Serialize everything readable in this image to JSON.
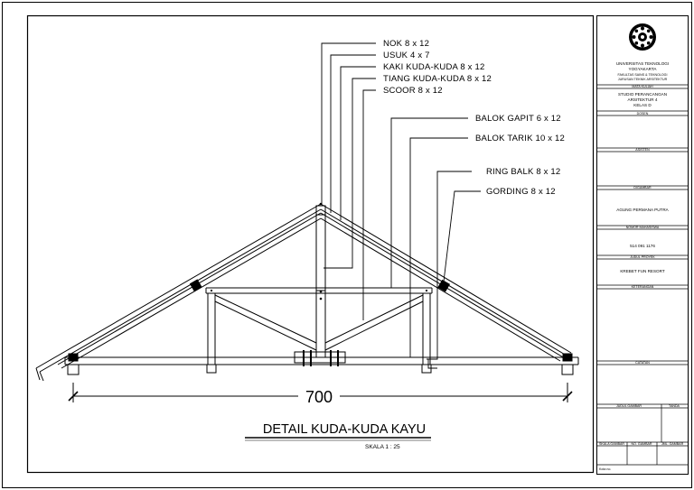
{
  "drawing": {
    "title": "DETAIL KUDA-KUDA KAYU",
    "scale": "SKALA 1 : 25",
    "dimension": "700",
    "labels": {
      "nok": "NOK 8 x 12",
      "usuk": "USUK 4 x 7",
      "kaki": "KAKI KUDA-KUDA 8 x 12",
      "tiang": "TIANG KUDA-KUDA 8 x 12",
      "scoor": "SCOOR 8 x 12",
      "gapit": "BALOK GAPIT 6 x 12",
      "tarik": "BALOK TARIK 10 x 12",
      "ring": "RING BALK 8 x 12",
      "gording": "GORDING 8 x 12"
    }
  },
  "title_block": {
    "university": "UNIVERSITAS TEKNOLOGI",
    "city": "YOGYAKARTA",
    "faculty": "FAKULTAS SAINS & TEKNOLOGI",
    "department": "JURUSAN TEKNIK ARSITEKTUR",
    "mata_kuliah_label": "MATA KULIAH",
    "course_1": "STUDIO PERANCANGAN",
    "course_2": "ARSITEKTUR 4",
    "course_3": "KELAS  D",
    "dosen_label": "DOSEN",
    "asisten_label": "ASISTEN",
    "digambar_label": "DIGAMBAR",
    "student_name": "AGUNG PERMANA PUTRA",
    "nim_label": "NOMOR MAHASISWA",
    "nim": "514 091 1176",
    "project_label": "JUDUL PROYEK",
    "project": "KREBET FUN RESORT",
    "keterangan_label": "KETERANGAN",
    "catatan_label": "CATATAN",
    "judul_gambar_label": "JUDUL GAMBAR",
    "tanda_label": "TANDA",
    "skala_label": "SKALA GAMBAR",
    "no_gambar_label": "NO. GAMBAR",
    "jml_gambar_label": "JML. GAMBAR",
    "footer_label": "Kota no."
  }
}
